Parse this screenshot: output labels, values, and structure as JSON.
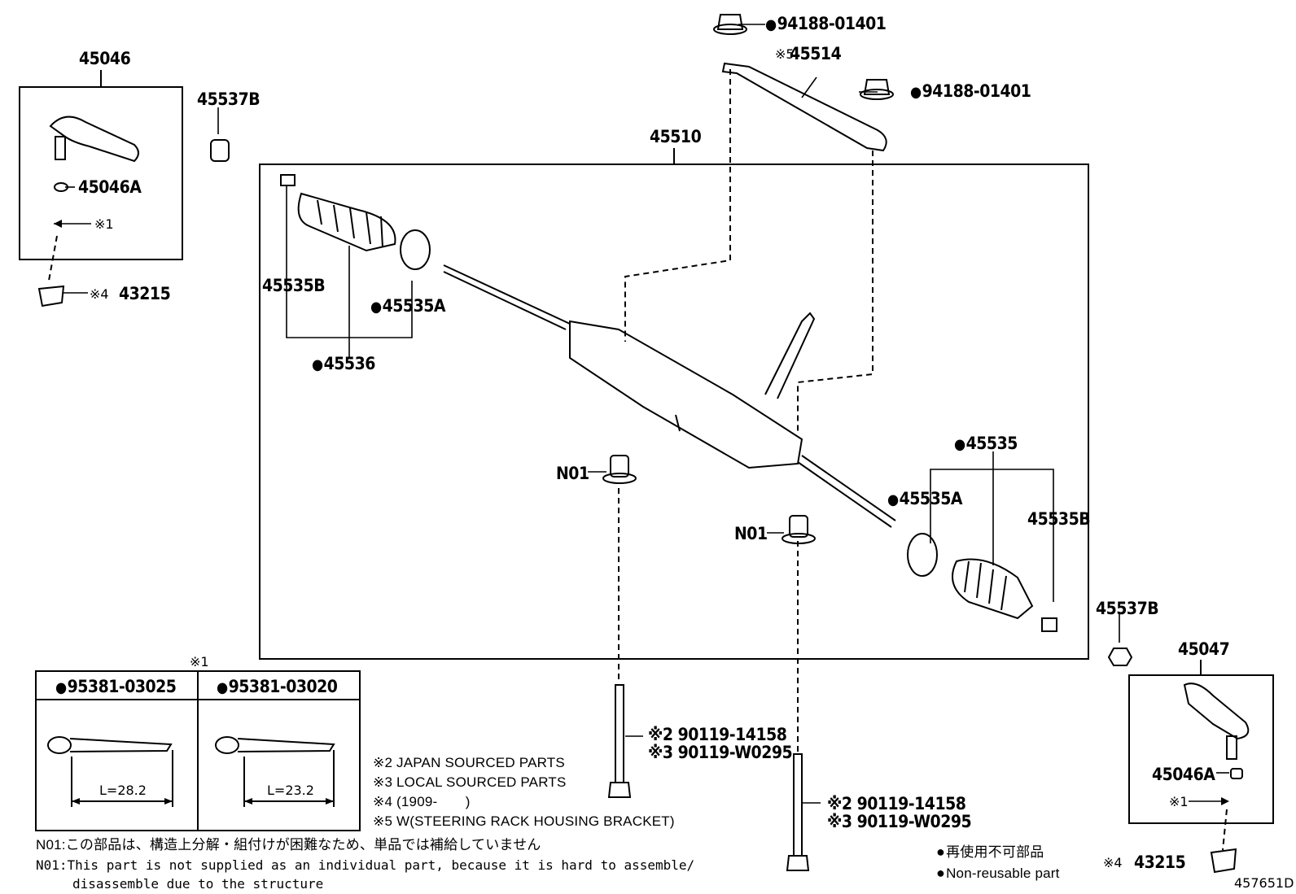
{
  "labels": {
    "p45046": "45046",
    "p45046A_top": "45046A",
    "x1_top": "※1",
    "x4_left": "※4",
    "p43215_left": "43215",
    "p45537B_left": "45537B",
    "p94188_top": "94188-01401",
    "x5": "※5",
    "p45514": "45514",
    "p94188_mid": "94188-01401",
    "p45510": "45510",
    "p45535B_left": "45535B",
    "p45535A_left": "45535A",
    "p45536": "45536",
    "n01_left": "N01",
    "n01_right": "N01",
    "p45535": "45535",
    "p45535A_right": "45535A",
    "p45535B_right": "45535B",
    "p45537B_right": "45537B",
    "p45047": "45047",
    "p45046A_bottom": "45046A",
    "x1_bottom": "※1",
    "x4_right": "※4",
    "p43215_right": "43215",
    "bolt1_x2": "※2 90119-14158",
    "bolt1_x3": "※3 90119-W0295",
    "bolt2_x2": "※2 90119-14158",
    "bolt2_x3": "※3 90119-W0295",
    "diagram_code": "457651D"
  },
  "cotter_table": {
    "header_mark": "※1",
    "left": {
      "part": "95381-03025",
      "length": "L=28.2"
    },
    "right": {
      "part": "95381-03020",
      "length": "L=23.2"
    }
  },
  "notes": {
    "x2": "※2 JAPAN SOURCED PARTS",
    "x3": "※3 LOCAL SOURCED PARTS",
    "x4": "※4 (1909-　　)",
    "x5": "※5 W(STEERING RACK HOUSING BRACKET)",
    "n01_jp": "N01:この部品は、構造上分解・組付けが困難なため、単品では補給していません",
    "n01_en_1": "N01:This part is not supplied as an individual part, because it is hard to assemble/",
    "n01_en_2": "disassemble due to the structure"
  },
  "legend": {
    "jp": "再使用不可部品",
    "en": "Non-reusable part"
  }
}
